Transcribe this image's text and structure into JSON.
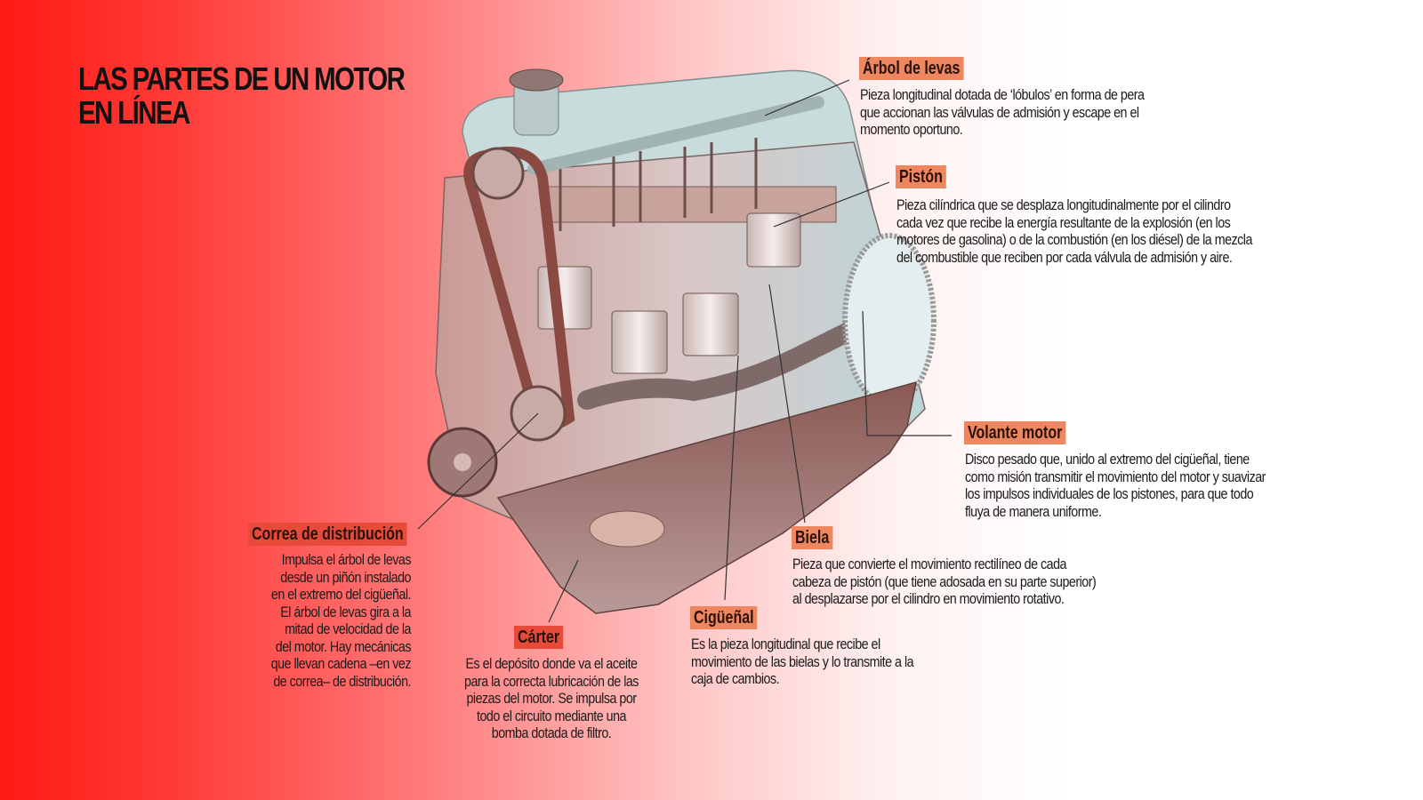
{
  "title": {
    "line1": "LAS PARTES DE UN MOTOR",
    "line2": "EN LÍNEA"
  },
  "colors": {
    "gradient_left": "#ff1a14",
    "gradient_right": "#ffffff",
    "label_bg": "#ee8660",
    "label_bg_dark": "#e84a3a"
  },
  "illustration": {
    "subject": "four-cylinder inline engine cutaway"
  },
  "parts": {
    "arbol": {
      "label": "Árbol de levas",
      "lines": [
        "Pieza longitudinal dotada de ‘lóbulos’ en forma de pera",
        "que accionan las válvulas de admisión y escape en el",
        "momento oportuno."
      ]
    },
    "piston": {
      "label": "Pistón",
      "lines": [
        "Pieza cilíndrica que se desplaza longitudinalmente por el cilindro",
        "cada vez que recibe la energía resultante de la explosión (en los",
        "motores de gasolina) o de la combustión (en los diésel) de la mezcla",
        "del combustible que reciben por cada válvula de admisión y aire."
      ]
    },
    "volante": {
      "label": "Volante motor",
      "lines": [
        "Disco pesado que, unido al extremo del cigüeñal, tiene",
        "como misión transmitir el movimiento del motor y suavizar",
        "los impulsos individuales de los pistones, para que todo",
        "fluya de manera uniforme."
      ]
    },
    "biela": {
      "label": "Biela",
      "lines": [
        "Pieza que convierte el movimiento rectilíneo de cada",
        "cabeza de pistón (que tiene adosada en su parte superior)",
        "al desplazarse por el cilindro en movimiento rotativo."
      ]
    },
    "ciguenal": {
      "label": "Cigüeñal",
      "lines": [
        "Es la pieza longitudinal que recibe el",
        "movimiento de las bielas y lo transmite a la",
        "caja de cambios."
      ]
    },
    "carter": {
      "label": "Cárter",
      "lines": [
        "Es el depósito donde va el aceite",
        "para la correcta lubricación de las",
        "piezas del motor. Se impulsa por",
        "todo el circuito mediante una",
        "bomba dotada de filtro."
      ]
    },
    "correa": {
      "label": "Correa de distribución",
      "lines": [
        "Impulsa el árbol de levas",
        "desde un piñón instalado",
        "en el extremo del cigüeñal.",
        "El árbol de levas gira a la",
        "mitad de velocidad de la",
        "del motor. Hay mecánicas",
        "que llevan cadena –en vez",
        "de correa– de distribución."
      ]
    }
  }
}
